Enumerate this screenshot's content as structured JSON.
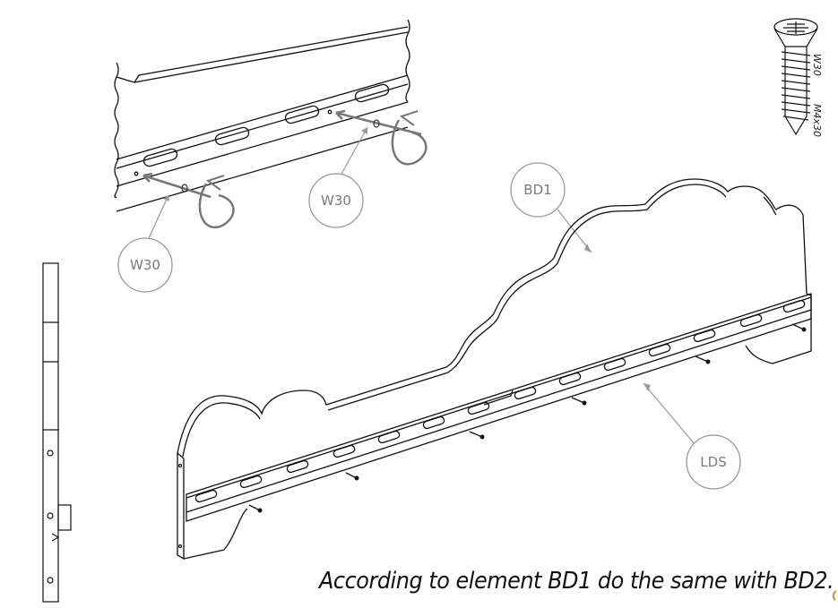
{
  "callouts": {
    "w30_left": "W30",
    "w30_right": "W30",
    "bd1": "BD1",
    "lds": "LDS"
  },
  "screw": {
    "label_1": "W30",
    "label_2": "M4x30"
  },
  "instruction": "According to element BD1 do the same with BD2.",
  "colors": {
    "line": "#111111",
    "callout": "#888888"
  }
}
